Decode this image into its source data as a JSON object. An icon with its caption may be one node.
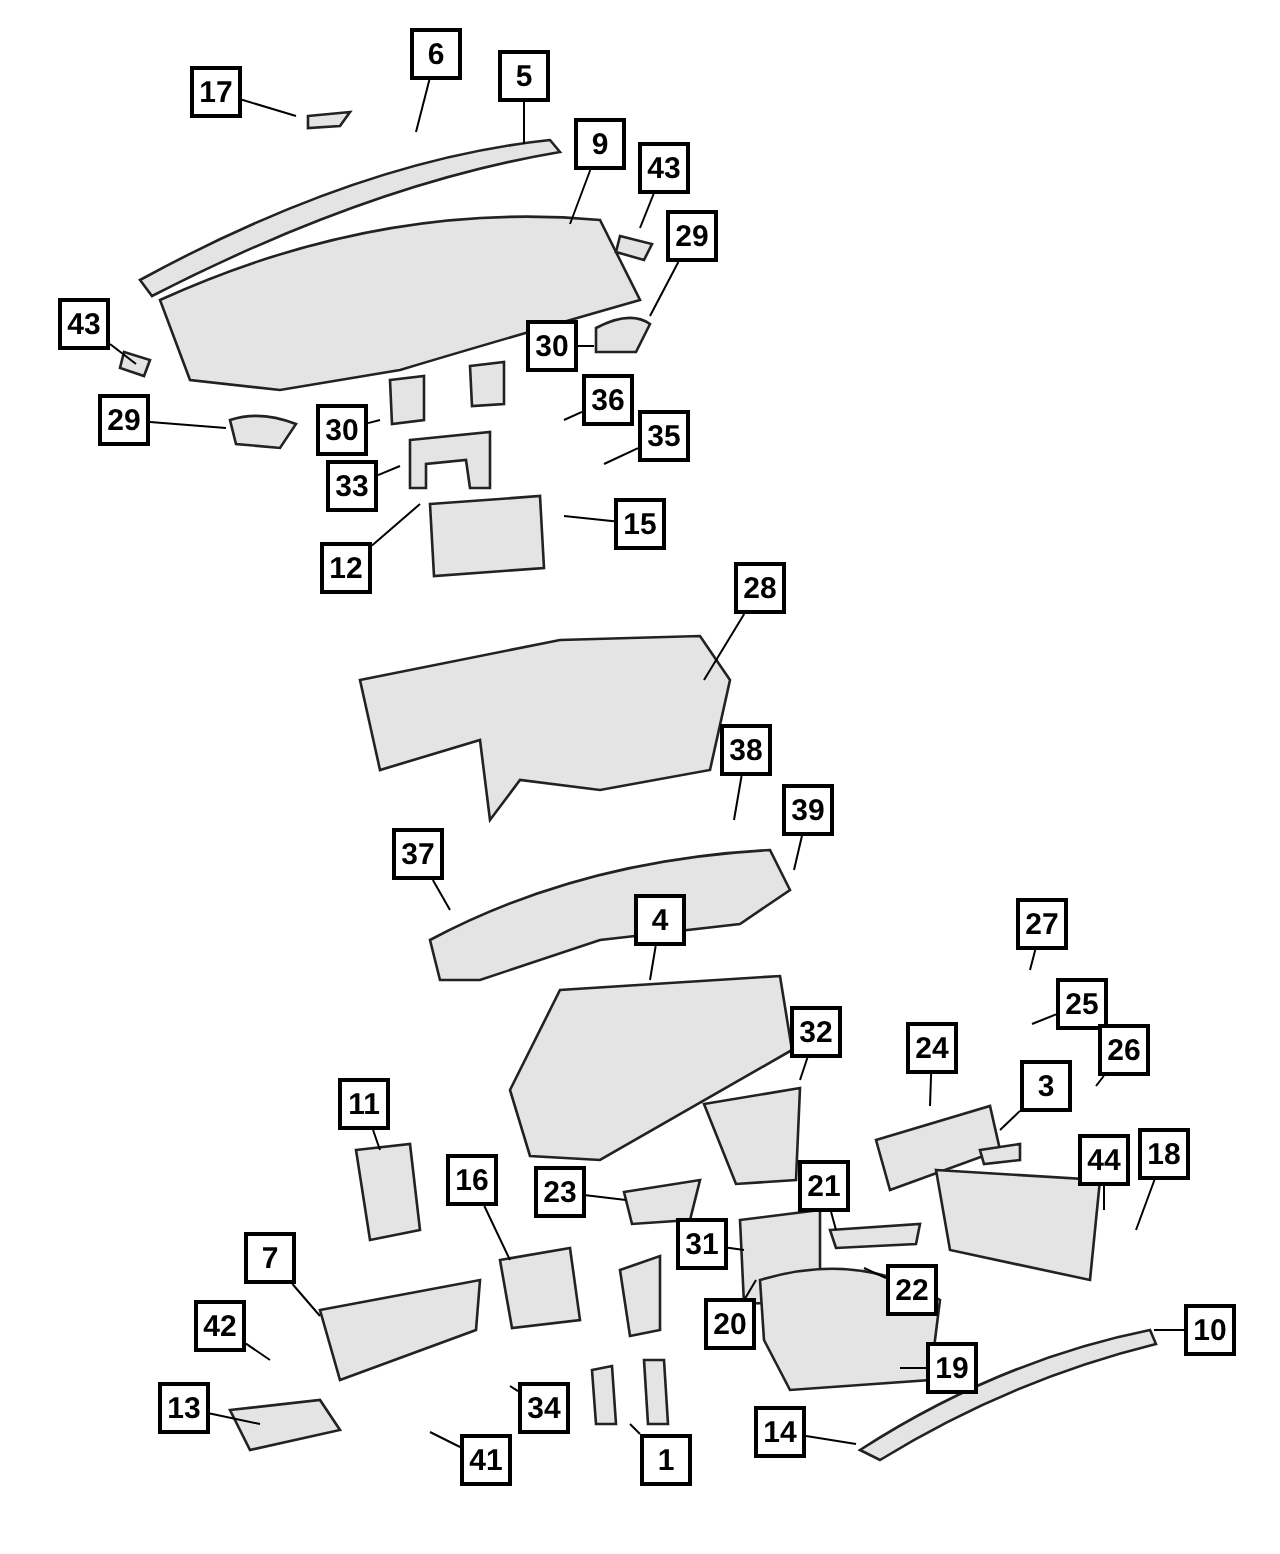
{
  "diagram": {
    "nodes": [
      {
        "text": [
          "17"
        ]
      },
      {
        "text": [
          "6"
        ]
      },
      {
        "text": [
          "5"
        ]
      },
      {
        "text": [
          "9"
        ]
      },
      {
        "text": [
          "43"
        ]
      },
      {
        "text": [
          "29"
        ]
      },
      {
        "text": [
          "43"
        ]
      },
      {
        "text": [
          "30"
        ]
      },
      {
        "text": [
          "29"
        ]
      },
      {
        "text": [
          "36"
        ]
      },
      {
        "text": [
          "35"
        ]
      },
      {
        "text": [
          "30"
        ]
      },
      {
        "text": [
          "33"
        ]
      },
      {
        "text": [
          "15"
        ]
      },
      {
        "text": [
          "12"
        ]
      },
      {
        "text": [
          "28"
        ]
      },
      {
        "text": [
          "38"
        ]
      },
      {
        "text": [
          "39"
        ]
      },
      {
        "text": [
          "37"
        ]
      },
      {
        "text": [
          "4"
        ]
      },
      {
        "text": [
          "27"
        ]
      },
      {
        "text": [
          "25"
        ]
      },
      {
        "text": [
          "32"
        ]
      },
      {
        "text": [
          "24"
        ]
      },
      {
        "text": [
          "26"
        ]
      },
      {
        "text": [
          "3"
        ]
      },
      {
        "text": [
          "11"
        ]
      },
      {
        "text": [
          "16"
        ]
      },
      {
        "text": [
          "23"
        ]
      },
      {
        "text": [
          "21"
        ]
      },
      {
        "text": [
          "44"
        ]
      },
      {
        "text": [
          "18"
        ]
      },
      {
        "text": [
          "7"
        ]
      },
      {
        "text": [
          "31"
        ]
      },
      {
        "text": [
          "42"
        ]
      },
      {
        "text": [
          "22"
        ]
      },
      {
        "text": [
          "20"
        ]
      },
      {
        "text": [
          "19"
        ]
      },
      {
        "text": [
          "10"
        ]
      },
      {
        "text": [
          "13"
        ]
      },
      {
        "text": [
          "34"
        ]
      },
      {
        "text": [
          "14"
        ]
      },
      {
        "text": [
          "41"
        ]
      },
      {
        "text": [
          "1"
        ]
      }
    ],
    "edges": [
      {
        "from": 0,
        "to": null,
        "arrow": "none"
      },
      {
        "from": 1,
        "to": null,
        "arrow": "none"
      },
      {
        "from": 2,
        "to": null,
        "arrow": "none"
      },
      {
        "from": 3,
        "to": null,
        "arrow": "none"
      },
      {
        "from": 4,
        "to": null,
        "arrow": "none"
      },
      {
        "from": 5,
        "to": null,
        "arrow": "none"
      },
      {
        "from": 6,
        "to": null,
        "arrow": "none"
      },
      {
        "from": 7,
        "to": null,
        "arrow": "none"
      },
      {
        "from": 8,
        "to": null,
        "arrow": "none"
      },
      {
        "from": 9,
        "to": null,
        "arrow": "none"
      },
      {
        "from": 10,
        "to": null,
        "arrow": "none"
      },
      {
        "from": 11,
        "to": null,
        "arrow": "none"
      },
      {
        "from": 12,
        "to": null,
        "arrow": "none"
      },
      {
        "from": 13,
        "to": null,
        "arrow": "none"
      },
      {
        "from": 14,
        "to": null,
        "arrow": "none"
      },
      {
        "from": 15,
        "to": null,
        "arrow": "none"
      },
      {
        "from": 16,
        "to": null,
        "arrow": "none"
      },
      {
        "from": 17,
        "to": null,
        "arrow": "none"
      },
      {
        "from": 18,
        "to": null,
        "arrow": "none"
      },
      {
        "from": 19,
        "to": null,
        "arrow": "none"
      },
      {
        "from": 20,
        "to": null,
        "arrow": "none"
      },
      {
        "from": 21,
        "to": null,
        "arrow": "none"
      },
      {
        "from": 22,
        "to": null,
        "arrow": "none"
      },
      {
        "from": 23,
        "to": null,
        "arrow": "none"
      },
      {
        "from": 24,
        "to": null,
        "arrow": "none"
      },
      {
        "from": 25,
        "to": null,
        "arrow": "none"
      },
      {
        "from": 26,
        "to": null,
        "arrow": "none"
      },
      {
        "from": 27,
        "to": null,
        "arrow": "none"
      },
      {
        "from": 28,
        "to": null,
        "arrow": "none"
      },
      {
        "from": 29,
        "to": null,
        "arrow": "none"
      },
      {
        "from": 30,
        "to": null,
        "arrow": "none"
      },
      {
        "from": 31,
        "to": null,
        "arrow": "none"
      },
      {
        "from": 32,
        "to": null,
        "arrow": "none"
      },
      {
        "from": 33,
        "to": null,
        "arrow": "none"
      },
      {
        "from": 34,
        "to": null,
        "arrow": "none"
      },
      {
        "from": 35,
        "to": null,
        "arrow": "none"
      },
      {
        "from": 36,
        "to": null,
        "arrow": "none"
      },
      {
        "from": 37,
        "to": null,
        "arrow": "none"
      },
      {
        "from": 38,
        "to": null,
        "arrow": "none"
      },
      {
        "from": 39,
        "to": null,
        "arrow": "none"
      },
      {
        "from": 40,
        "to": null,
        "arrow": "none"
      },
      {
        "from": 41,
        "to": null,
        "arrow": "none"
      },
      {
        "from": 42,
        "to": null,
        "arrow": "none"
      },
      {
        "from": 43,
        "to": null,
        "arrow": "none"
      }
    ]
  }
}
